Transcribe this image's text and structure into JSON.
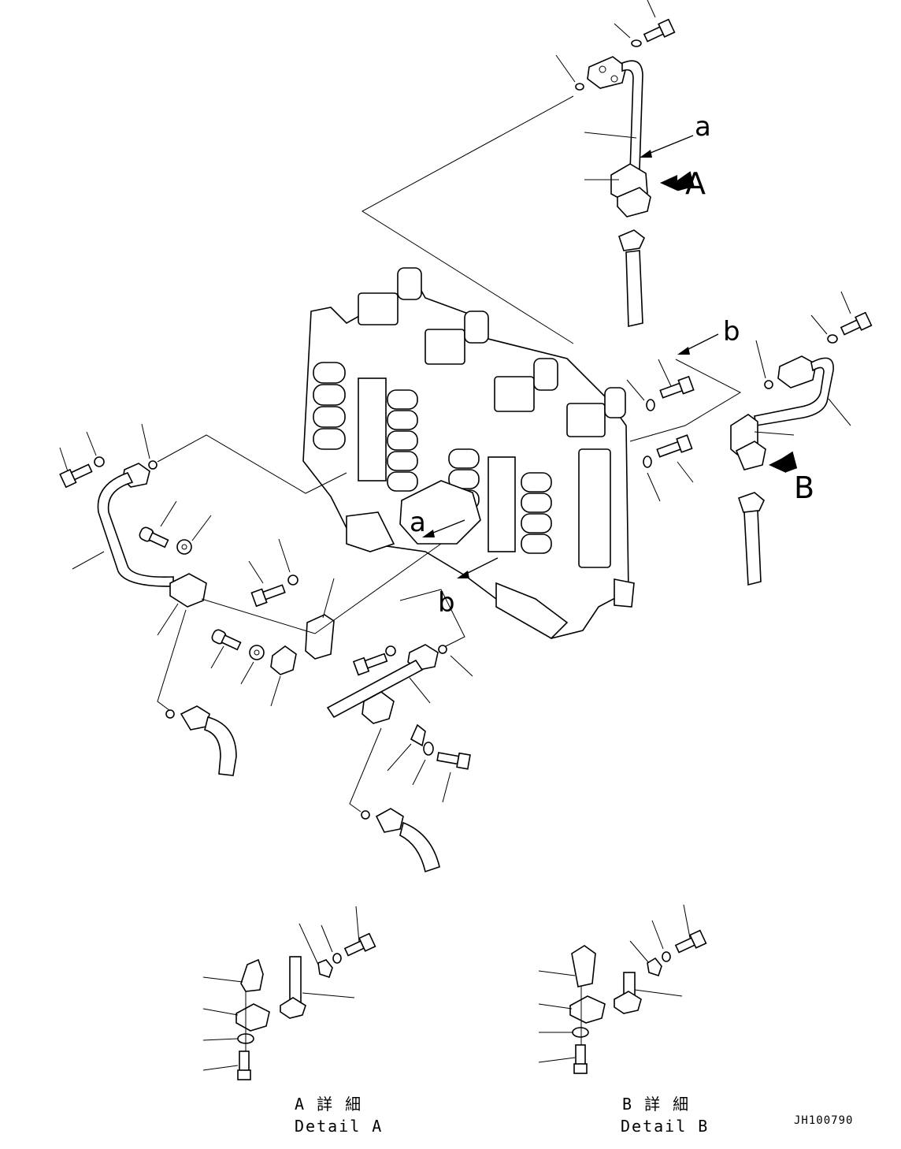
{
  "labels": {
    "view_a": "A",
    "view_b": "B",
    "arrow_a_top": "a",
    "arrow_b_right": "b",
    "arrow_a_center": "a",
    "arrow_b_center": "b"
  },
  "details": {
    "a_jp": "A 詳 細",
    "a_en": "Detail A",
    "b_jp": "B 詳 細",
    "b_en": "Detail B"
  },
  "drawing_code": "JH100790"
}
